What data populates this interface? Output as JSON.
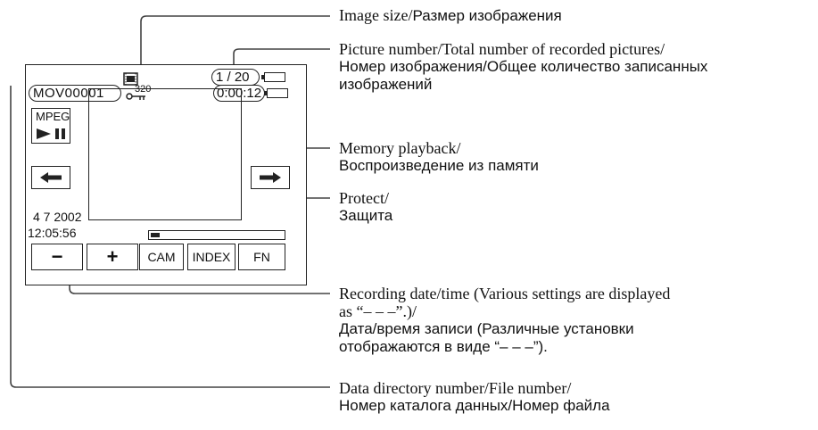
{
  "screen": {
    "image_size": "320",
    "picture_counter": "1 / 20",
    "playback_time": "0:00:12",
    "file_id": "MOV00001",
    "format": "MPEG",
    "date": "4  7 2002",
    "time": "12:05:56",
    "buttons": {
      "minus": "−",
      "plus": "+",
      "cam": "CAM",
      "index": "INDEX",
      "fn": "FN"
    }
  },
  "callouts": [
    {
      "en": "Image size/",
      "ru": "Размер изображения"
    },
    {
      "en": "Picture number/Total number of recorded pictures/",
      "ru": "Номер изображения/Общее количество записанных",
      "ru2": "изображений"
    },
    {
      "en": "Memory playback/",
      "ru": "Воспроизведение из памяти"
    },
    {
      "en": "Protect/",
      "ru": "Защита"
    },
    {
      "en": "Recording date/time (Various settings are displayed",
      "en2": "as “– – –”.)/",
      "ru": "Дата/время записи (Различные установки",
      "ru2": "отображаются в виде “– – –”)."
    },
    {
      "en": "Data directory number/File number/",
      "ru": "Номер каталога данных/Номер файла"
    }
  ]
}
